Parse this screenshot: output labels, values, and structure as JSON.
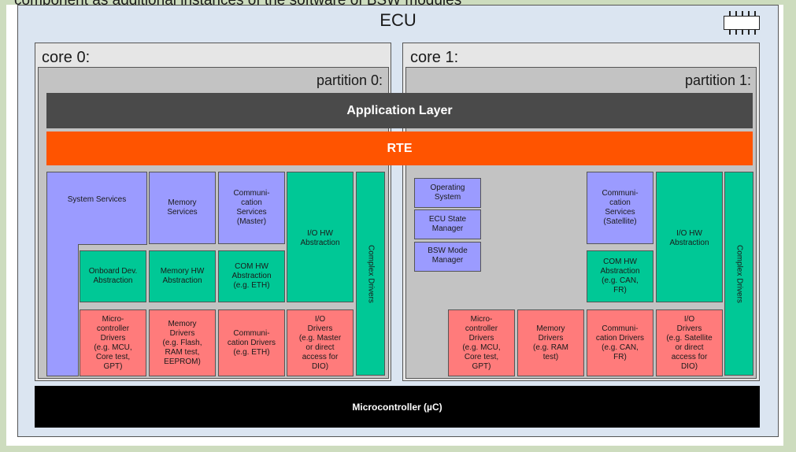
{
  "header": {
    "top_text": "component as additional instances of the software of BSW modules"
  },
  "ecu": {
    "title": "ECU",
    "icon": "chip-icon"
  },
  "cores": [
    {
      "label": "core 0:",
      "partition": "partition 0:"
    },
    {
      "label": "core 1:",
      "partition": "partition 1:"
    }
  ],
  "layers": {
    "application": "Application Layer",
    "rte": "RTE",
    "microcontroller": "Microcontroller (µC)"
  },
  "core0_blocks": {
    "system_services": "System Services",
    "memory_services": "Memory\nServices",
    "com_services": "Communi-\ncation\nServices\n(Master)",
    "io_hw_abstraction": "I/O HW\nAbstraction",
    "complex_drivers": "Complex Drivers",
    "onboard_dev": "Onboard Dev.\nAbstraction",
    "memory_hw": "Memory HW\nAbstraction",
    "com_hw": "COM HW\nAbstraction\n(e.g. ETH)",
    "mcu_drivers": "Micro-\ncontroller\nDrivers\n(e.g. MCU,\nCore test,\nGPT)",
    "memory_drivers": "Memory\nDrivers\n(e.g. Flash,\nRAM test,\nEEPROM)",
    "com_drivers": "Communi-\ncation Drivers\n(e.g. ETH)",
    "io_drivers": "I/O\nDrivers\n(e.g. Master\nor direct\naccess for\nDIO)"
  },
  "core1_blocks": {
    "os": "Operating\nSystem",
    "ecu_state": "ECU State\nManager",
    "bsw_mode": "BSW Mode\nManager",
    "com_services": "Communi-\ncation\nServices\n(Satellite)",
    "io_hw_abstraction": "I/O HW\nAbstraction",
    "complex_drivers": "Complex Drivers",
    "com_hw": "COM HW\nAbstraction\n(e.g. CAN,\nFR)",
    "mcu_drivers": "Micro-\ncontroller\nDrivers\n(e.g. MCU,\nCore test,\nGPT)",
    "memory_drivers": "Memory\nDrivers\n(e.g. RAM\ntest)",
    "com_drivers": "Communi-\ncation Drivers\n(e.g. CAN,\nFR)",
    "io_drivers": "I/O\nDrivers\n(e.g. Satellite\nor direct\naccess for\nDIO)"
  },
  "colors": {
    "service": "#9b9bff",
    "abstraction": "#00c896",
    "driver": "#ff7b7b",
    "rte": "#ff5400",
    "application": "#4a4a4a",
    "microcontroller": "#000000"
  }
}
